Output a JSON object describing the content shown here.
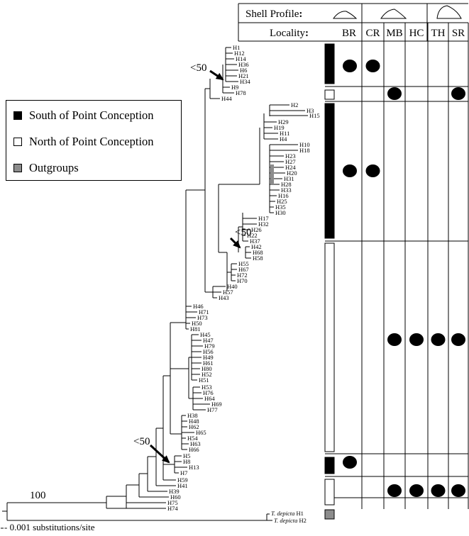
{
  "header": {
    "shell_profile_label": "Shell Profile",
    "locality_label": "Locality",
    "colon": ":",
    "localities": [
      "BR",
      "CR",
      "MB",
      "HC",
      "TH",
      "SR"
    ]
  },
  "legend": {
    "items": [
      {
        "label": "South of Point Conception",
        "color": "#000000"
      },
      {
        "label": "North of Point Conception",
        "color": "#ffffff"
      },
      {
        "label": "Outgroups",
        "color": "#8c8c8c"
      }
    ]
  },
  "tree": {
    "root_support": "100",
    "node_supports": [
      "<50",
      "<50",
      "<50"
    ],
    "clades": [
      [
        "H1",
        "H12",
        "H14",
        "H36",
        "H6",
        "H21",
        "H34",
        "H9",
        "H78",
        "H44"
      ],
      [
        "H2",
        "H3",
        "H15",
        "H29",
        "H19",
        "H11",
        "H4",
        "H10",
        "H18",
        "H23",
        "H27",
        "H24",
        "H20",
        "H31",
        "H28",
        "H33",
        "H16",
        "H25",
        "H35",
        "H30"
      ],
      [
        "H17",
        "H32",
        "H26",
        "H22",
        "H37",
        "H42",
        "H68",
        "H58",
        "H55",
        "H67",
        "H72",
        "H70",
        "H40",
        "H57",
        "H43"
      ],
      [
        "H46",
        "H71",
        "H73",
        "H50",
        "H81"
      ],
      [
        "H45",
        "H47",
        "H79",
        "H56",
        "H49",
        "H61",
        "H80",
        "H52",
        "H51"
      ],
      [
        "H53",
        "H76",
        "H64",
        "H69",
        "H77"
      ],
      [
        "H38",
        "H48",
        "H62",
        "H65",
        "H54",
        "H63",
        "H66"
      ],
      [
        "H5",
        "H8",
        "H13",
        "H7"
      ],
      [
        "H59",
        "H41",
        "H39",
        "H60",
        "H75",
        "H74"
      ]
    ],
    "outgroup": {
      "genus": "T. depicta",
      "members": [
        "H1",
        "H2"
      ]
    }
  },
  "distribution": {
    "rows": [
      {
        "region": "south",
        "present": [
          "BR",
          "CR"
        ]
      },
      {
        "region": "north",
        "present": [
          "MB",
          "SR"
        ]
      },
      {
        "region": "south",
        "present": [
          "BR",
          "CR"
        ]
      },
      {
        "region": "north",
        "present": [
          "MB",
          "HC",
          "TH",
          "SR"
        ]
      },
      {
        "region": "south",
        "present": [
          "BR"
        ]
      },
      {
        "region": "north",
        "present": [
          "MB",
          "HC",
          "TH",
          "SR"
        ]
      },
      {
        "region": "outgroup",
        "present": []
      }
    ]
  },
  "scale_bar": {
    "label": "0.001 substitutions/site"
  },
  "colors": {
    "south": "#000000",
    "north": "#ffffff",
    "outgroup": "#8c8c8c",
    "line": "#000000"
  }
}
